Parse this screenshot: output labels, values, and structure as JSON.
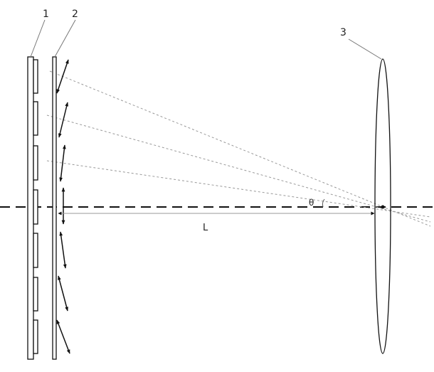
{
  "labels": {
    "element1": "1",
    "element2": "2",
    "element3": "3",
    "distance": "L",
    "angle": "θ"
  },
  "colors": {
    "stroke": "#111111",
    "ray": "#999999"
  }
}
